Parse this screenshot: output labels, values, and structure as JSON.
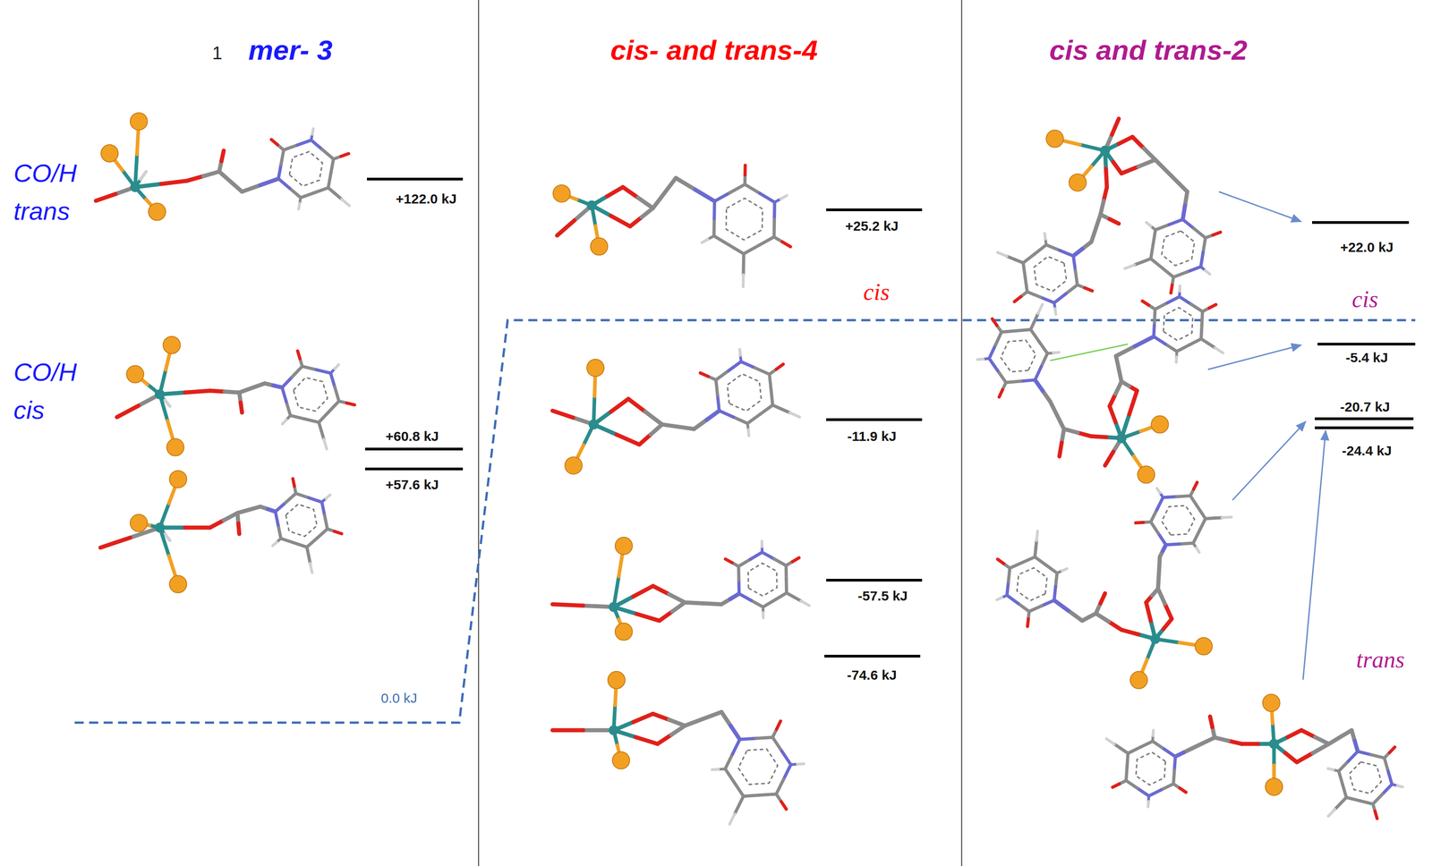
{
  "diagram": {
    "labels": [
      "1",
      "mer- 3",
      "cis- and trans-4",
      "cis and trans-2",
      "CO/H trans",
      "+122.0 kJ",
      "+25.2 kJ",
      "+22.0 kJ",
      "cis",
      "cis",
      "CO/H cis",
      "-5.4 kJ",
      "-11.9 kJ",
      "-20.7 kJ",
      "+60.8 kJ",
      "-24.4 kJ",
      "+57.6 kJ",
      "-57.5 kJ",
      "-74.6 kJ",
      "trans",
      "0.0 kJ"
    ]
  }
}
